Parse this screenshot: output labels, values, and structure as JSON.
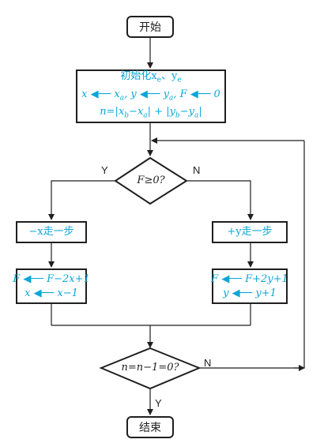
{
  "start": "开始",
  "end": "结束",
  "init": {
    "l1": "初始化x",
    "l1_sub": "e",
    "l1_rest": "、y",
    "l1_sub2": "e",
    "l2": "x ◀── x",
    "l2_sub": "a",
    "l2b": ", y ◀── y",
    "l2b_sub": "a",
    "l2c": ", F ◀── 0",
    "l3": "n=|x",
    "l3_s1": "b",
    "l3_m1": "−x",
    "l3_s2": "a",
    "l3_m2": "| + |y",
    "l3_s3": "b",
    "l3_m3": "−y",
    "l3_s4": "a",
    "l3_m4": "|"
  },
  "decision1": "F≥0?",
  "decision2": "n=n−1=0?",
  "labels": {
    "yes1": "Y",
    "no1": "N",
    "no2": "N",
    "yes2": "Y"
  },
  "left": {
    "step": "−x走一步",
    "a1": "F ◀── F−2x+1",
    "a2": "x ◀── x−1"
  },
  "right": {
    "step": "+y走一步",
    "a1": "F ◀── F+2y+1",
    "a2": "y ◀── y+1"
  }
}
